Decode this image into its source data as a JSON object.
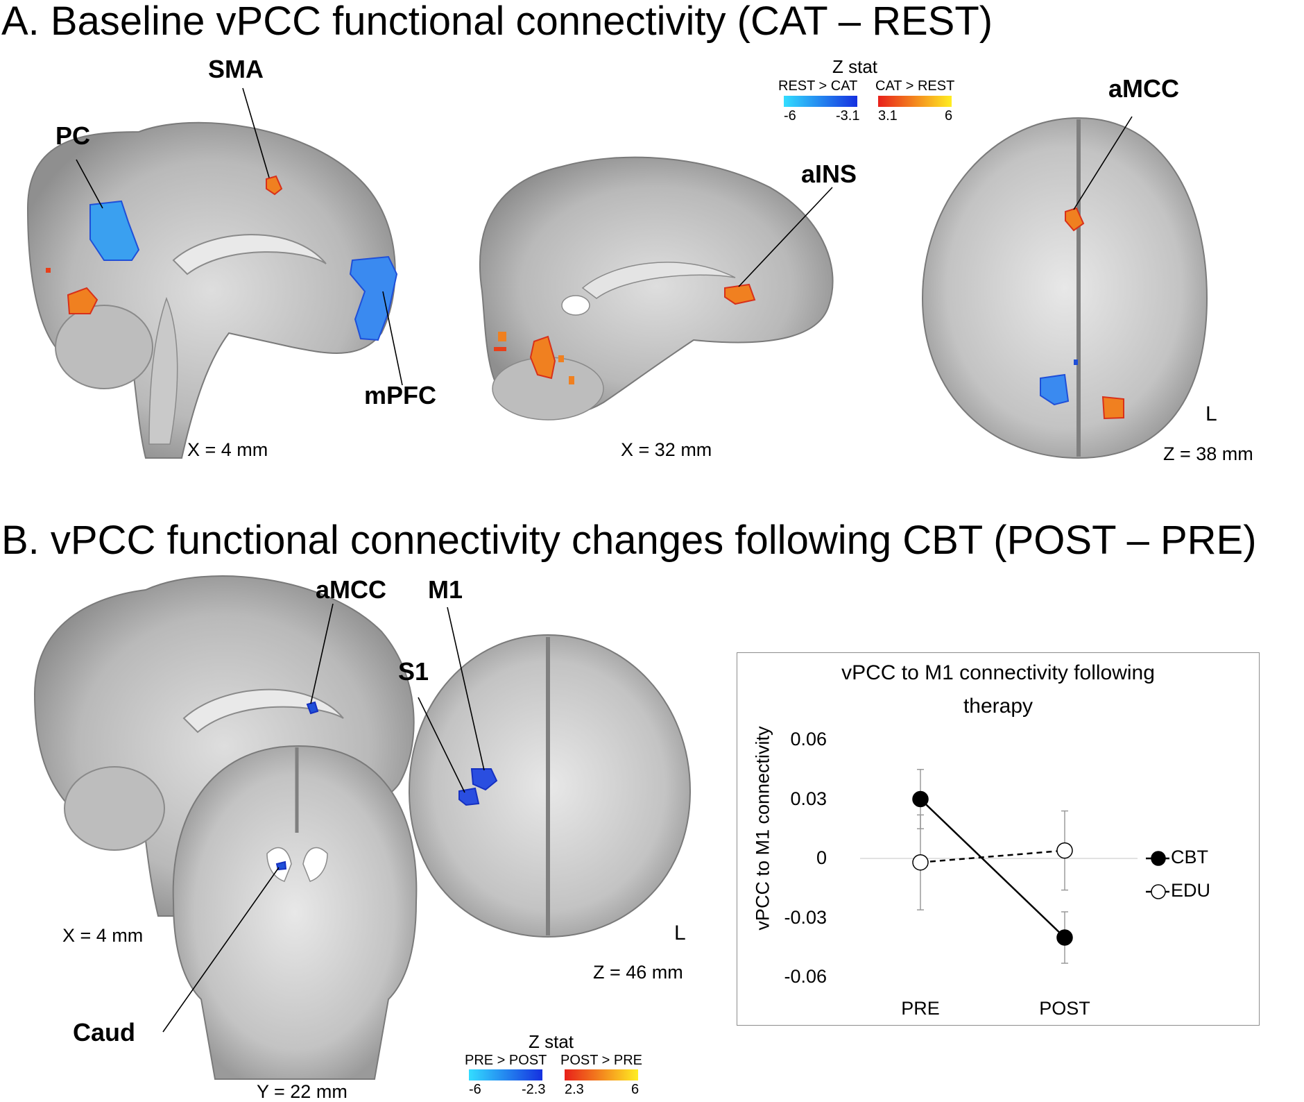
{
  "panel_a": {
    "title": "A. Baseline vPCC functional connectivity (CAT – REST)",
    "labels": {
      "pc": "PC",
      "sma": "SMA",
      "mpfc": "mPFC",
      "ains": "aINS",
      "amcc": "aMCC"
    },
    "coords": {
      "sag1": "X = 4 mm",
      "sag2": "X = 32 mm",
      "axial": "Z = 38 mm"
    },
    "side_label": "L",
    "legend": {
      "title": "Z stat",
      "neg_label": "REST > CAT",
      "pos_label": "CAT > REST",
      "neg_ticks": [
        "-6",
        "-3.1"
      ],
      "pos_ticks": [
        "3.1",
        "6"
      ]
    }
  },
  "panel_b": {
    "title": "B. vPCC functional connectivity changes following CBT (POST – PRE)",
    "labels": {
      "amcc": "aMCC",
      "m1": "M1",
      "s1": "S1",
      "caud": "Caud"
    },
    "coords": {
      "sag": "X = 4 mm",
      "axial": "Z = 46 mm",
      "coronal": "Y = 22 mm"
    },
    "side_label": "L",
    "legend": {
      "title": "Z stat",
      "neg_label": "PRE > POST",
      "pos_label": "POST > PRE",
      "neg_ticks": [
        "-6",
        "-2.3"
      ],
      "pos_ticks": [
        "2.3",
        "6"
      ]
    }
  },
  "colors": {
    "cold_start": "#33ddff",
    "cold_end": "#1530e0",
    "hot_start": "#e8201a",
    "hot_end": "#ffee22",
    "brain_gray": "#a6a6a6"
  },
  "chart_data": {
    "type": "line",
    "title": "vPCC to M1 connectivity following therapy",
    "ylabel": "vPCC to M1 connectivity",
    "categories": [
      "PRE",
      "POST"
    ],
    "ylim": [
      -0.06,
      0.06
    ],
    "yticks": [
      0.06,
      0.03,
      0,
      -0.03,
      -0.06
    ],
    "ytick_labels": [
      "0.06",
      "0.03",
      "0",
      "-0.03",
      "-0.06"
    ],
    "series": [
      {
        "name": "CBT",
        "values": [
          0.03,
          -0.04
        ],
        "error": [
          0.015,
          0.013
        ],
        "marker": "filled",
        "line": "solid"
      },
      {
        "name": "EDU",
        "values": [
          -0.002,
          0.004
        ],
        "error": [
          0.024,
          0.02
        ],
        "marker": "open",
        "line": "dashed"
      }
    ],
    "legend_placement": "right"
  }
}
